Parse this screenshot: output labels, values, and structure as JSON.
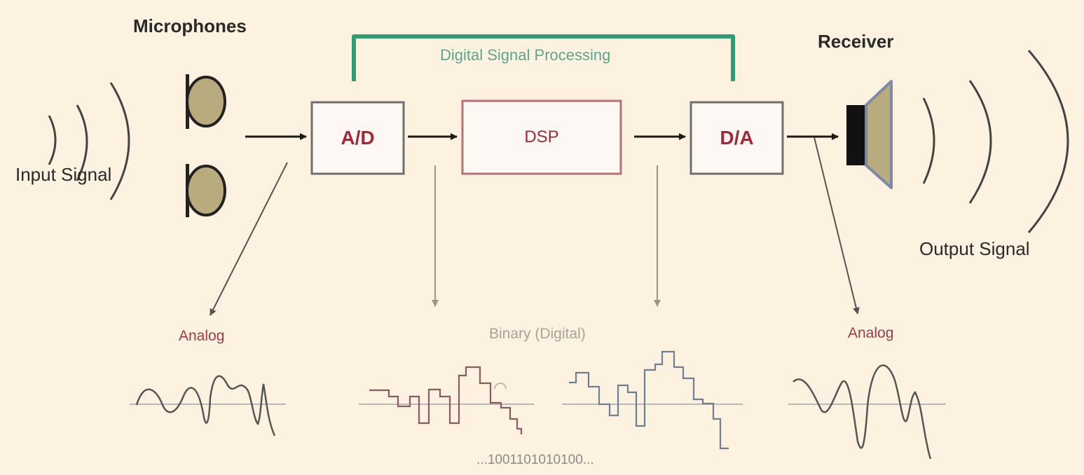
{
  "labels": {
    "microphones": "Microphones",
    "receiver": "Receiver",
    "input_signal": "Input Signal",
    "output_signal": "Output Signal",
    "dsp_group": "Digital Signal Processing"
  },
  "blocks": {
    "ad": "A/D",
    "dsp": "DSP",
    "da": "D/A"
  },
  "waveforms": {
    "analog_in": "Analog",
    "binary": "Binary (Digital)",
    "analog_out": "Analog",
    "bits": "...1001101010100..."
  },
  "colors": {
    "background": "#fdf2e0",
    "block_text": "#a0293a",
    "bracket": "#2e9c74",
    "mic_fill": "#b8ab7e",
    "speaker_cone": "#b8ab7e"
  }
}
